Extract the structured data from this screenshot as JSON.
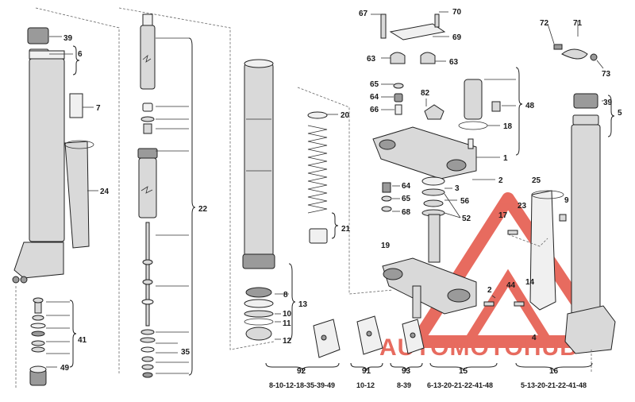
{
  "callouts": {
    "c39a": "39",
    "c6a": "6",
    "c7": "7",
    "c24": "24",
    "c41": "41",
    "c49": "49",
    "c22": "22",
    "c35": "35",
    "c20": "20",
    "c21": "21",
    "c8": "8",
    "c13": "13",
    "c10": "10",
    "c11": "11",
    "c12": "12",
    "c67": "67",
    "c70": "70",
    "c69": "69",
    "c63a": "63",
    "c63b": "63",
    "c65a": "65",
    "c64a": "64",
    "c66": "66",
    "c82": "82",
    "c48": "48",
    "c18": "18",
    "c1": "1",
    "c2a": "2",
    "c3": "3",
    "c64b": "64",
    "c65b": "65",
    "c68": "68",
    "c56": "56",
    "c52": "52",
    "c19": "19",
    "c17": "17",
    "c23": "23",
    "c25": "25",
    "c9": "9",
    "c2b": "2",
    "c44": "44",
    "c14": "14",
    "c4": "4",
    "c72": "72",
    "c71": "71",
    "c73": "73",
    "c39b": "39",
    "c5": "5"
  },
  "kits": [
    {
      "number": "92",
      "contents": "8-10-12-18-35-39-49"
    },
    {
      "number": "91",
      "contents": "10-12"
    },
    {
      "number": "93",
      "contents": "8-39"
    },
    {
      "number": "15",
      "contents": "6-13-20-21-22-41-48"
    },
    {
      "number": "16",
      "contents": "5-13-20-21-22-41-48"
    }
  ],
  "watermark": {
    "text": "AUTOMOTOHUB",
    "color": "#e03a2a"
  }
}
